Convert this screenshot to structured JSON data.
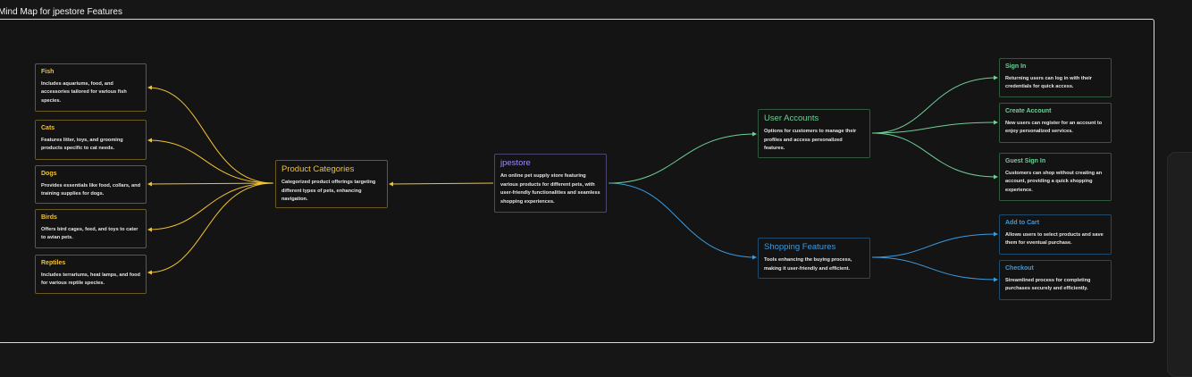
{
  "page_title": "Mind Map for jpestore Features",
  "colors": {
    "yellow": "#f1c232",
    "purple": "#9b8ef0",
    "green": "#6fcf97",
    "blue": "#3a9be0"
  },
  "root": {
    "title": "jpestore",
    "desc": "An online pet supply store featuring various products for different pets, with user-friendly functionalities and seamless shopping experiences."
  },
  "product_categories": {
    "title": "Product Categories",
    "desc": "Categorized product offerings targeting different types of pets, enhancing navigation."
  },
  "pets": [
    {
      "title": "Fish",
      "desc": "Includes aquariums, food, and accessories tailored for various fish species."
    },
    {
      "title": "Cats",
      "desc": "Features litter, toys, and grooming products specific to cat needs."
    },
    {
      "title": "Dogs",
      "desc": "Provides essentials like food, collars, and training supplies for dogs."
    },
    {
      "title": "Birds",
      "desc": "Offers bird cages, feed, and toys to cater to avian pets."
    },
    {
      "title": "Reptiles",
      "desc": "Includes terrariums, heat lamps, and food for various reptile species."
    }
  ],
  "user_accounts": {
    "title": "User Accounts",
    "desc": "Options for customers to manage their profiles and access personalized features."
  },
  "account_items": [
    {
      "title": "Sign In",
      "desc": "Returning users can log in with their credentials for quick access."
    },
    {
      "title": "Create Account",
      "desc": "New users can register for an account to enjoy personalized services."
    },
    {
      "title": "Guest Sign In",
      "desc": "Customers can shop without creating an account, providing a quick shopping experience."
    }
  ],
  "shopping_features": {
    "title": "Shopping Features",
    "desc": "Tools enhancing the buying process, making it user-friendly and efficient."
  },
  "shopping_items": [
    {
      "title": "Add to Cart",
      "desc": "Allows users to select products and save them for eventual purchase."
    },
    {
      "title": "Checkout",
      "desc": "Streamlined process for completing purchases securely and efficiently."
    }
  ]
}
